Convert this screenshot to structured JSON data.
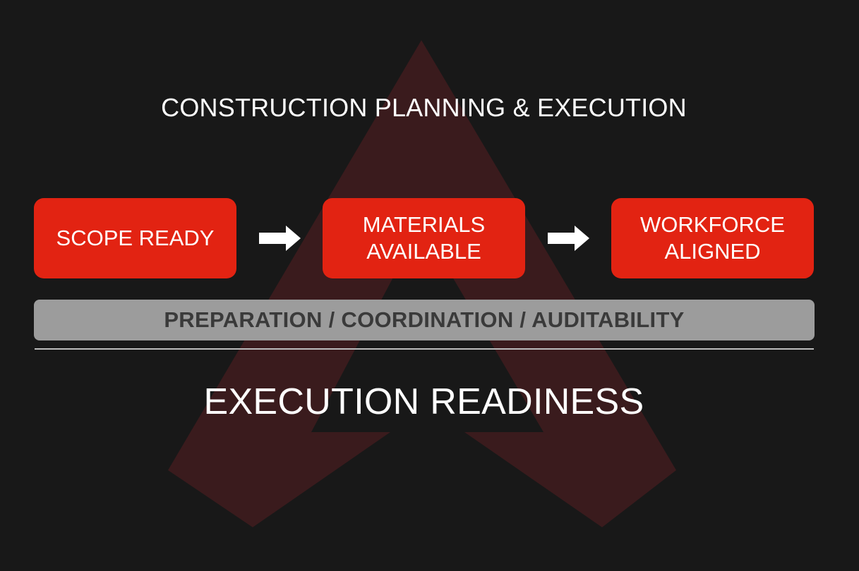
{
  "title": "CONSTRUCTION PLANNING & EXECUTION",
  "steps": [
    {
      "label": "SCOPE READY"
    },
    {
      "label": "MATERIALS\nAVAILABLE"
    },
    {
      "label": "WORKFORCE\nALIGNED"
    }
  ],
  "arrows": [
    "right-arrow-icon",
    "right-arrow-icon"
  ],
  "banner": "PREPARATION / COORDINATION / AUDITABILITY",
  "footer": "EXECUTION READINESS",
  "colors": {
    "background": "#181818",
    "step_fill": "#e22312",
    "banner_fill": "#9c9c9c",
    "banner_text": "#3a3a3a",
    "watermark": "#3a1b1d",
    "text": "#ffffff"
  },
  "watermark_icon": "apex-logo-icon"
}
